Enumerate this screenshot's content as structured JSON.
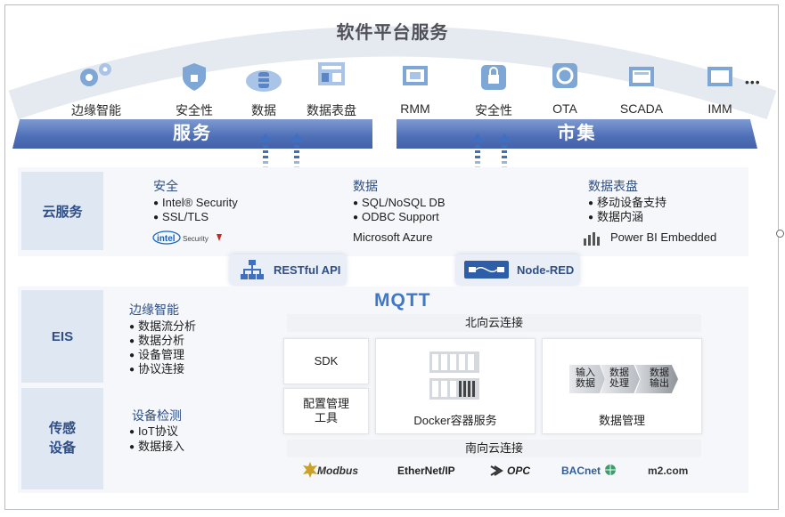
{
  "title": "软件平台服务",
  "top_icons": [
    {
      "label": "边缘智能",
      "icon": "gears-icon"
    },
    {
      "label": "安全性",
      "icon": "shield-icon"
    },
    {
      "label": "数据",
      "icon": "cloud-database-icon"
    },
    {
      "label": "数据表盘",
      "icon": "dashboard-icon"
    },
    {
      "label": "RMM",
      "icon": "monitor-icon"
    },
    {
      "label": "安全性",
      "icon": "lock-icon"
    },
    {
      "label": "OTA",
      "icon": "refresh-icon"
    },
    {
      "label": "SCADA",
      "icon": "screen-icon"
    },
    {
      "label": "IMM",
      "icon": "display-icon"
    }
  ],
  "more": "•••",
  "banners": {
    "left": "服务",
    "right": "市集"
  },
  "cloud": {
    "side": "云服务",
    "security": {
      "head": "安全",
      "items": [
        "Intel® Security",
        "SSL/TLS"
      ],
      "logo": "intel Security"
    },
    "data": {
      "head": "数据",
      "items": [
        "SQL/NoSQL DB",
        "ODBC Support"
      ],
      "extra": "Microsoft Azure"
    },
    "dashboard": {
      "head": "数据表盘",
      "items": [
        "移动设备支持",
        "数据内涵"
      ],
      "extra": "Power BI Embedded"
    }
  },
  "apis": {
    "restful": "RESTful API",
    "nodered": "Node-RED"
  },
  "eis": {
    "side": "EIS",
    "head": "边缘智能",
    "items": [
      "数据流分析",
      "数据分析",
      "设备管理",
      "协议连接"
    ]
  },
  "sensing": {
    "side": "传感\n设备",
    "head": "设备检测",
    "items": [
      "IoT协议",
      "数据接入"
    ]
  },
  "mqtt": {
    "title": "MQTT",
    "north": "北向云连接",
    "south": "南向云连接",
    "sdk": "SDK",
    "config": "配置管理\n工具",
    "docker": "Docker容器服务",
    "data_mgmt": "数据管理",
    "flow": [
      "输入\n数据",
      "数据\n处理",
      "数据\n输出"
    ]
  },
  "protocols": [
    "Modbus",
    "EtherNet/IP",
    "OPC",
    "BACnet",
    "m2.com"
  ],
  "colors": {
    "accent": "#4e6fb7",
    "text_blue": "#2f4f86",
    "panel": "#f5f7fa"
  }
}
